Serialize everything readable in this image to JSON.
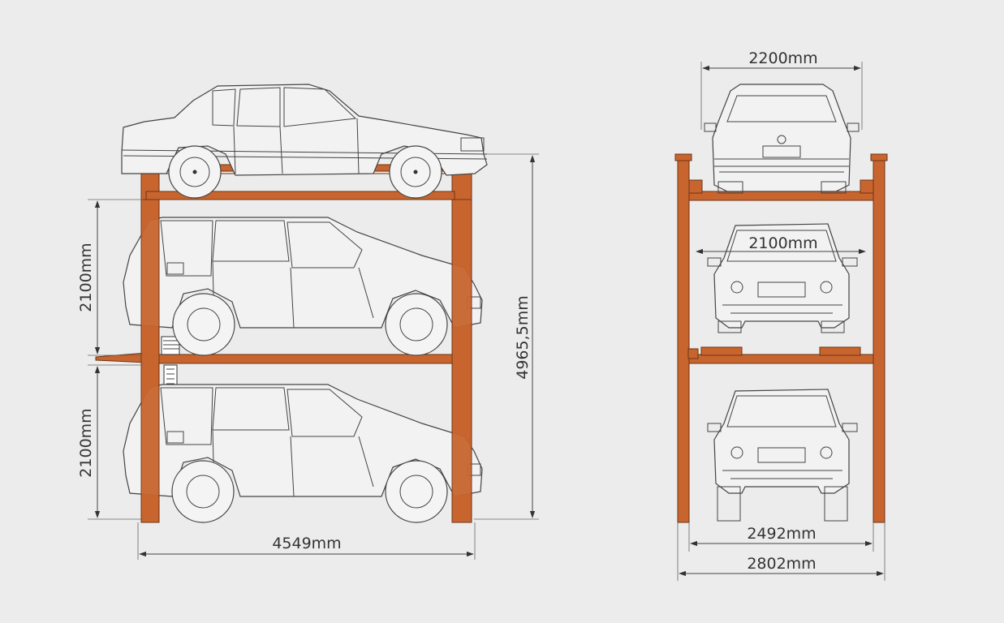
{
  "side_view": {
    "dim_width": "4549mm",
    "dim_height_total": "4965,5mm",
    "dim_level_upper": "2100mm",
    "dim_level_lower": "2100mm"
  },
  "front_view": {
    "dim_top_car_width": "2200mm",
    "dim_inner_width": "2100mm",
    "dim_clear_width": "2492mm",
    "dim_overall_width": "2802mm"
  },
  "colors": {
    "frame": "#c8652f",
    "background": "#ececec",
    "line": "#444444"
  }
}
